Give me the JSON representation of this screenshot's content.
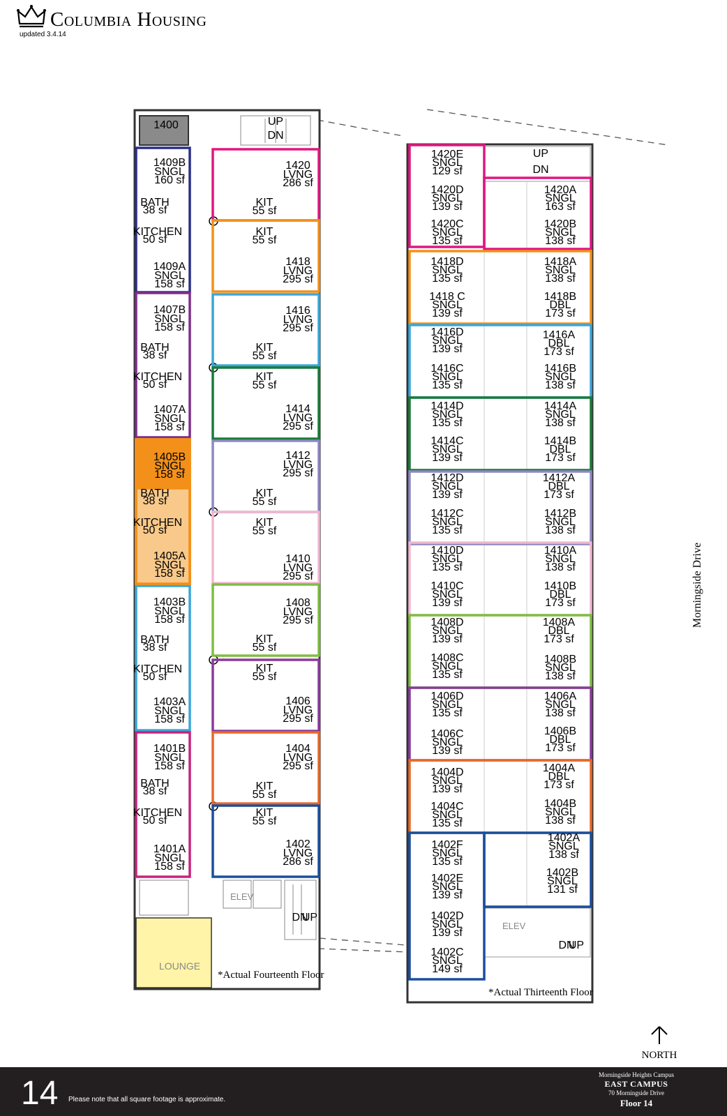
{
  "header": {
    "brand": "Columbia Housing",
    "updated": "updated 3.4.14"
  },
  "colors": {
    "navy": "#2b2f86",
    "purple": "#7d2e8c",
    "orange": "#f39019",
    "orange_light": "#f8c98a",
    "blue": "#3aa6d8",
    "magenta": "#c8237c",
    "hot_pink": "#e0177f",
    "green": "#1b7a3a",
    "lilac": "#8d88c2",
    "pink": "#f0b8d0",
    "lime": "#7fbd42",
    "violet": "#8a3a9c",
    "red_orange": "#e8692a",
    "dark_blue": "#1a4f9c",
    "gray": "#8a8a8a",
    "yellow": "#fff4a8"
  },
  "left_building": {
    "note": "*Actual Fourteenth Floor",
    "rooms": [
      {
        "id": "r1400",
        "num": "1400",
        "sub": "",
        "sf": ""
      },
      {
        "id": "r1409b",
        "num": "1409B",
        "sub": "SNGL",
        "sf": "160 sf"
      },
      {
        "id": "r1409a",
        "num": "1409A",
        "sub": "SNGL",
        "sf": "158 sf"
      },
      {
        "id": "r1407b",
        "num": "1407B",
        "sub": "SNGL",
        "sf": "158 sf"
      },
      {
        "id": "r1407a",
        "num": "1407A",
        "sub": "SNGL",
        "sf": "158 sf"
      },
      {
        "id": "r1405b",
        "num": "1405B",
        "sub": "SNGL",
        "sf": "158 sf"
      },
      {
        "id": "r1405a",
        "num": "1405A",
        "sub": "SNGL",
        "sf": "158 sf"
      },
      {
        "id": "r1403b",
        "num": "1403B",
        "sub": "SNGL",
        "sf": "158 sf"
      },
      {
        "id": "r1403a",
        "num": "1403A",
        "sub": "SNGL",
        "sf": "158 sf"
      },
      {
        "id": "r1401b",
        "num": "1401B",
        "sub": "SNGL",
        "sf": "158 sf"
      },
      {
        "id": "r1401a",
        "num": "1401A",
        "sub": "SNGL",
        "sf": "158 sf"
      },
      {
        "id": "r1420",
        "num": "1420",
        "sub": "LVNG",
        "sf": "286 sf"
      },
      {
        "id": "r1418",
        "num": "1418",
        "sub": "LVNG",
        "sf": "295 sf"
      },
      {
        "id": "r1416",
        "num": "1416",
        "sub": "LVNG",
        "sf": "295 sf"
      },
      {
        "id": "r1414",
        "num": "1414",
        "sub": "LVNG",
        "sf": "295 sf"
      },
      {
        "id": "r1412",
        "num": "1412",
        "sub": "LVNG",
        "sf": "295 sf"
      },
      {
        "id": "r1410",
        "num": "1410",
        "sub": "LVNG",
        "sf": "295 sf"
      },
      {
        "id": "r1408",
        "num": "1408",
        "sub": "LVNG",
        "sf": "295 sf"
      },
      {
        "id": "r1406",
        "num": "1406",
        "sub": "LVNG",
        "sf": "295 sf"
      },
      {
        "id": "r1404",
        "num": "1404",
        "sub": "LVNG",
        "sf": "295 sf"
      },
      {
        "id": "r1402",
        "num": "1402",
        "sub": "LVNG",
        "sf": "286 sf"
      }
    ],
    "bath": {
      "label": "BATH",
      "sf": "38 sf"
    },
    "kitchen": {
      "label": "KITCHEN",
      "sf": "50 sf"
    },
    "kit": {
      "label": "KIT",
      "sf": "55 sf"
    },
    "lounge": "LOUNGE",
    "elev": "ELEV"
  },
  "right_building": {
    "note": "*Actual Thirteenth Floor",
    "rooms": [
      {
        "id": "r1420e",
        "num": "1420E",
        "sub": "SNGL",
        "sf": "129 sf"
      },
      {
        "id": "r1420d",
        "num": "1420D",
        "sub": "SNGL",
        "sf": "139 sf"
      },
      {
        "id": "r1420c",
        "num": "1420C",
        "sub": "SNGL",
        "sf": "135 sf"
      },
      {
        "id": "r1420a",
        "num": "1420A",
        "sub": "SNGL",
        "sf": "163 sf"
      },
      {
        "id": "r1420b",
        "num": "1420B",
        "sub": "SNGL",
        "sf": "138 sf"
      },
      {
        "id": "r1418d",
        "num": "1418D",
        "sub": "SNGL",
        "sf": "135 sf"
      },
      {
        "id": "r1418c",
        "num": "1418 C",
        "sub": "SNGL",
        "sf": "139 sf"
      },
      {
        "id": "r1418a",
        "num": "1418A",
        "sub": "SNGL",
        "sf": "138 sf"
      },
      {
        "id": "r1418b",
        "num": "1418B",
        "sub": "DBL",
        "sf": "173 sf"
      },
      {
        "id": "r1416d",
        "num": "1416D",
        "sub": "SNGL",
        "sf": "139 sf"
      },
      {
        "id": "r1416c",
        "num": "1416C",
        "sub": "SNGL",
        "sf": "135 sf"
      },
      {
        "id": "r1416a",
        "num": "1416A",
        "sub": "DBL",
        "sf": "173 sf"
      },
      {
        "id": "r1416b",
        "num": "1416B",
        "sub": "SNGL",
        "sf": "138 sf"
      },
      {
        "id": "r1414d",
        "num": "1414D",
        "sub": "SNGL",
        "sf": "135 sf"
      },
      {
        "id": "r1414c",
        "num": "1414C",
        "sub": "SNGL",
        "sf": "139 sf"
      },
      {
        "id": "r1414a",
        "num": "1414A",
        "sub": "SNGL",
        "sf": "138 sf"
      },
      {
        "id": "r1414b",
        "num": "1414B",
        "sub": "DBL",
        "sf": "173 sf"
      },
      {
        "id": "r1412d",
        "num": "1412D",
        "sub": "SNGL",
        "sf": "139 sf"
      },
      {
        "id": "r1412c",
        "num": "1412C",
        "sub": "SNGL",
        "sf": "135 sf"
      },
      {
        "id": "r1412a",
        "num": "1412A",
        "sub": "DBL",
        "sf": "173 sf"
      },
      {
        "id": "r1412b",
        "num": "1412B",
        "sub": "SNGL",
        "sf": "138 sf"
      },
      {
        "id": "r1410d",
        "num": "1410D",
        "sub": "SNGL",
        "sf": "135 sf"
      },
      {
        "id": "r1410c",
        "num": "1410C",
        "sub": "SNGL",
        "sf": "139 sf"
      },
      {
        "id": "r1410a",
        "num": "1410A",
        "sub": "SNGL",
        "sf": "138 sf"
      },
      {
        "id": "r1410b",
        "num": "1410B",
        "sub": "DBL",
        "sf": "173 sf"
      },
      {
        "id": "r1408d",
        "num": "1408D",
        "sub": "SNGL",
        "sf": "139 sf"
      },
      {
        "id": "r1408c",
        "num": "1408C",
        "sub": "SNGL",
        "sf": "135 sf"
      },
      {
        "id": "r1408a",
        "num": "1408A",
        "sub": "DBL",
        "sf": "173 sf"
      },
      {
        "id": "r1408b",
        "num": "1408B",
        "sub": "SNGL",
        "sf": "138 sf"
      },
      {
        "id": "r1406d",
        "num": "1406D",
        "sub": "SNGL",
        "sf": "135 sf"
      },
      {
        "id": "r1406c",
        "num": "1406C",
        "sub": "SNGL",
        "sf": "139 sf"
      },
      {
        "id": "r1406a",
        "num": "1406A",
        "sub": "SNGL",
        "sf": "138 sf"
      },
      {
        "id": "r1406b",
        "num": "1406B",
        "sub": "DBL",
        "sf": "173 sf"
      },
      {
        "id": "r1404d",
        "num": "1404D",
        "sub": "SNGL",
        "sf": "139 sf"
      },
      {
        "id": "r1404c",
        "num": "1404C",
        "sub": "SNGL",
        "sf": "135 sf"
      },
      {
        "id": "r1404a",
        "num": "1404A",
        "sub": "DBL",
        "sf": "173 sf"
      },
      {
        "id": "r1404b",
        "num": "1404B",
        "sub": "SNGL",
        "sf": "138 sf"
      },
      {
        "id": "r1402f",
        "num": "1402F",
        "sub": "SNGL",
        "sf": "135 sf"
      },
      {
        "id": "r1402e",
        "num": "1402E",
        "sub": "SNGL",
        "sf": "139 sf"
      },
      {
        "id": "r1402d",
        "num": "1402D",
        "sub": "SNGL",
        "sf": "139 sf"
      },
      {
        "id": "r1402c",
        "num": "1402C",
        "sub": "SNGL",
        "sf": "149 sf"
      },
      {
        "id": "r1402a",
        "num": "1402A",
        "sub": "SNGL",
        "sf": "138 sf"
      },
      {
        "id": "r1402b",
        "num": "1402B",
        "sub": "SNGL",
        "sf": "131 sf"
      }
    ],
    "elev": "ELEV"
  },
  "stairs": {
    "up": "UP",
    "dn": "DN"
  },
  "street": "Morningside Drive",
  "north": "NORTH",
  "footer": {
    "floor_number": "14",
    "disclaimer": "Please note that all square footage is approximate.",
    "campus_line1": "Morningside Heights Campus",
    "campus_line2": "EAST CAMPUS",
    "campus_line3": "70 Morningside Drive",
    "campus_line4": "Floor 14"
  }
}
